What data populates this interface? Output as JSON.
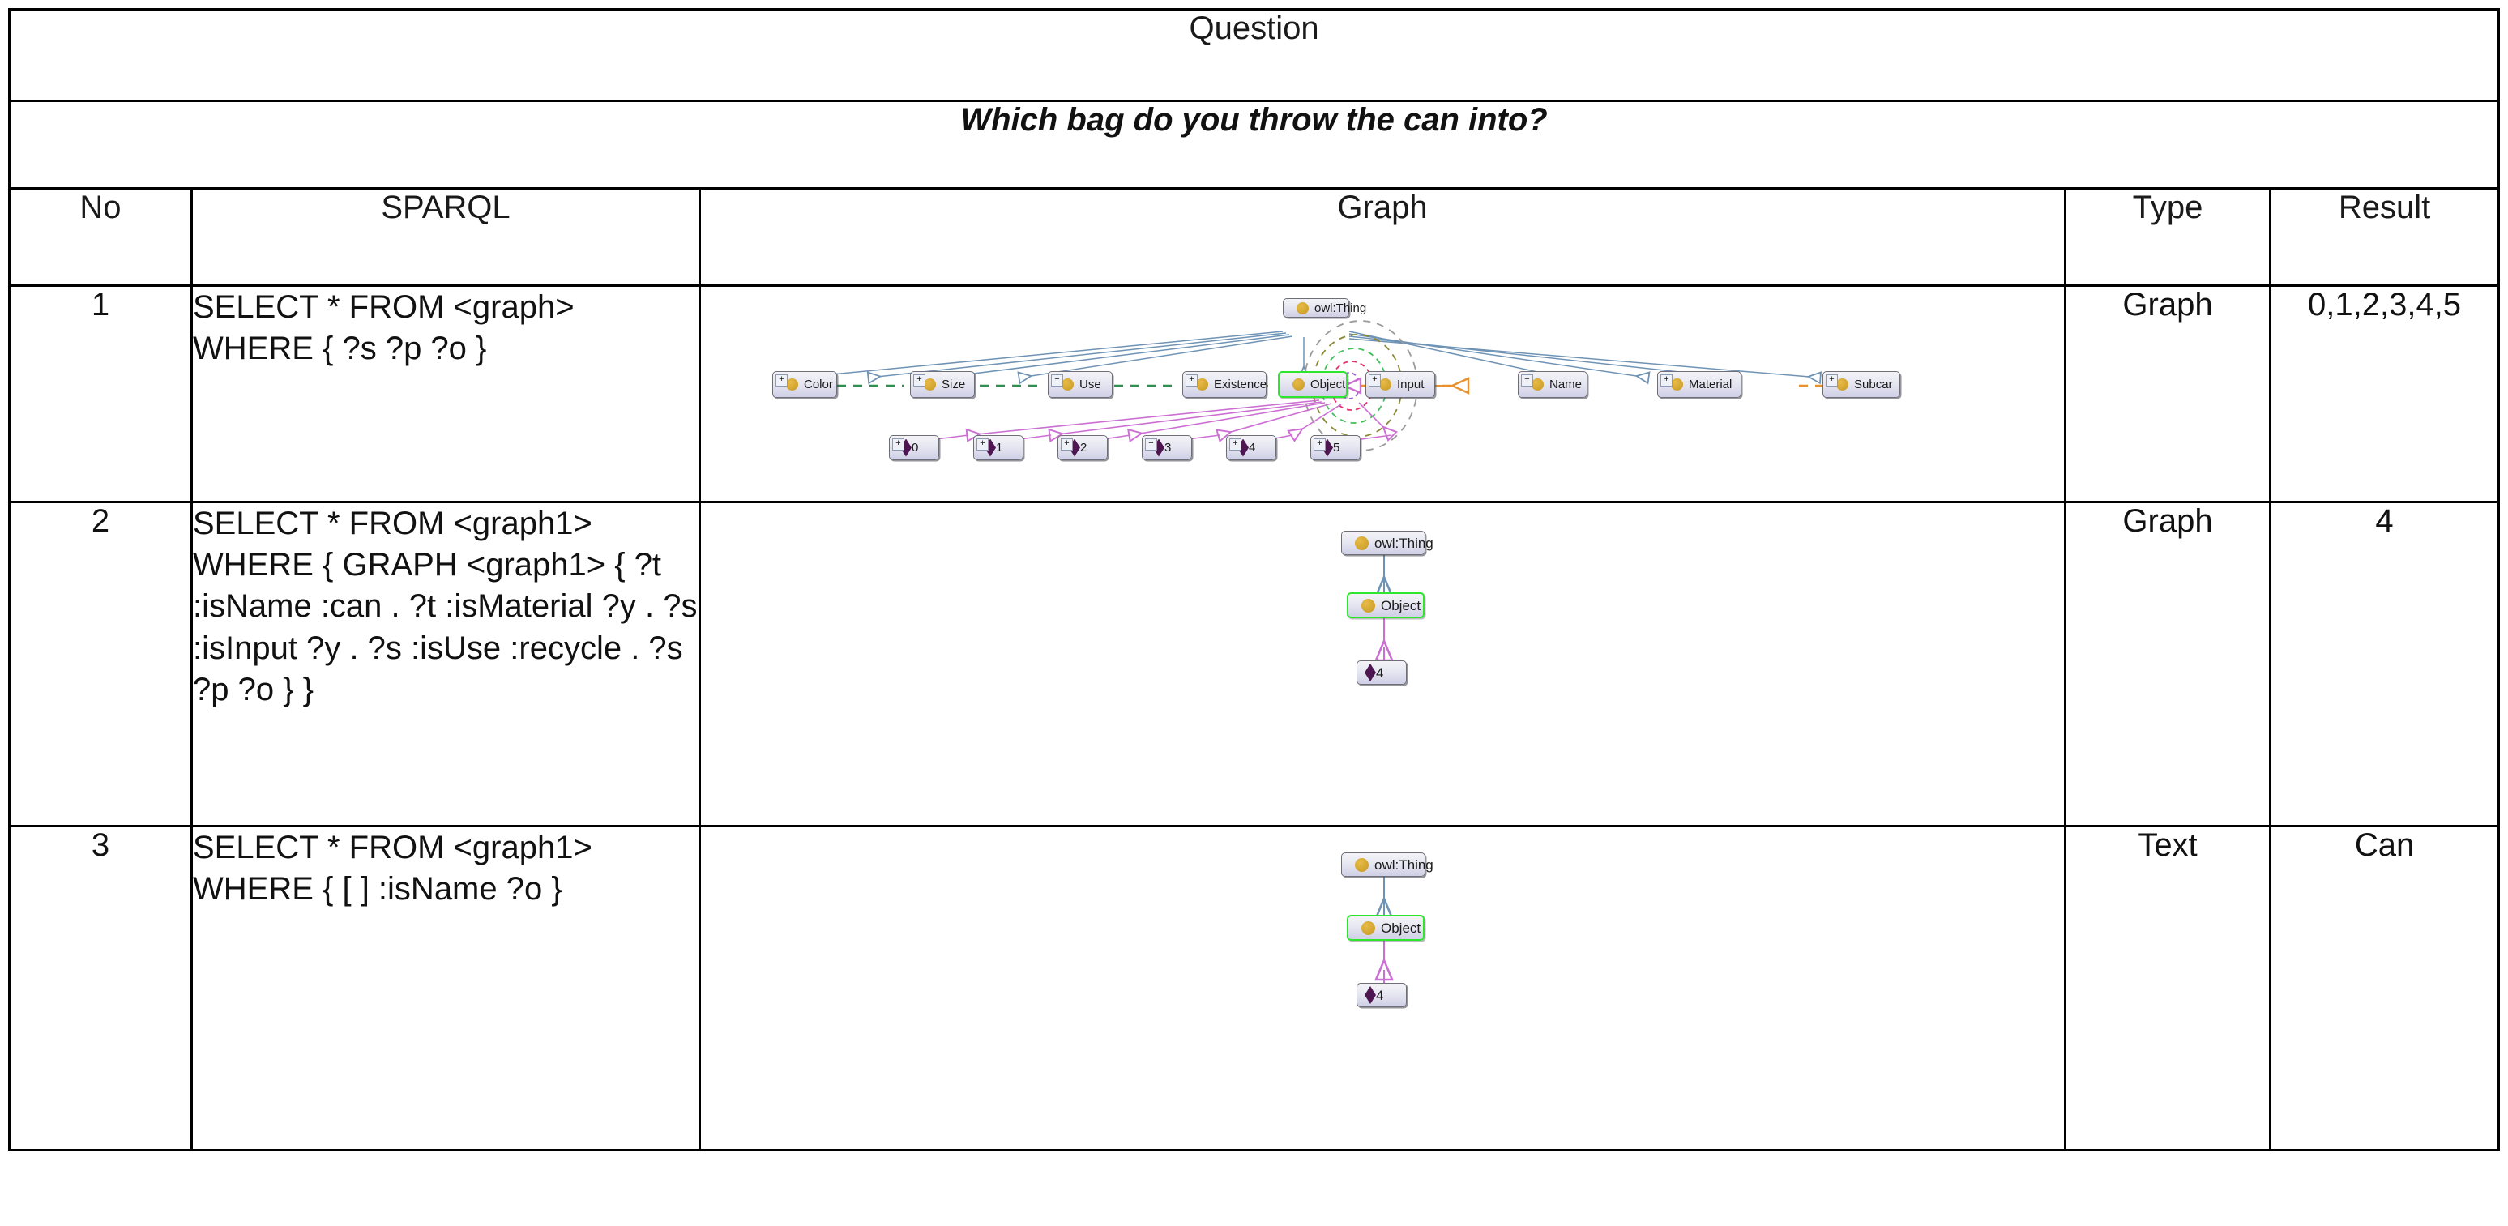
{
  "table": {
    "header_question_label": "Question",
    "question_text": "Which bag do you throw the can into?",
    "columns": {
      "no": "No",
      "sparql": "SPARQL",
      "graph": "Graph",
      "type": "Type",
      "result": "Result"
    },
    "rows": [
      {
        "no": "1",
        "sparql": "SELECT * FROM <graph> WHERE { ?s ?p ?o }",
        "type": "Graph",
        "result": "0,1,2,3,4,5"
      },
      {
        "no": "2",
        "sparql": "SELECT * FROM <graph1> WHERE { GRAPH <graph1> { ?t :isName :can . ?t :isMaterial ?y . ?s :isInput ?y . ?s :isUse :recycle . ?s ?p ?o } }",
        "type": "Graph",
        "result": "4"
      },
      {
        "no": "3",
        "sparql": "SELECT * FROM <graph1> WHERE { [ ] :isName ?o }",
        "type": "Text",
        "result": "Can"
      }
    ]
  },
  "diagram_row1": {
    "class_nodes": [
      {
        "id": "owlthing",
        "label": "owl:Thing",
        "icon": "class-circle-icon",
        "expandable": false,
        "selected": false
      },
      {
        "id": "color",
        "label": "Color",
        "icon": "class-circle-icon",
        "expandable": true,
        "selected": false
      },
      {
        "id": "size",
        "label": "Size",
        "icon": "class-circle-icon",
        "expandable": true,
        "selected": false
      },
      {
        "id": "use",
        "label": "Use",
        "icon": "class-circle-icon",
        "expandable": true,
        "selected": false
      },
      {
        "id": "existence",
        "label": "Existence",
        "icon": "class-circle-icon",
        "expandable": true,
        "selected": false
      },
      {
        "id": "object",
        "label": "Object",
        "icon": "class-circle-icon",
        "expandable": false,
        "selected": true
      },
      {
        "id": "input",
        "label": "Input",
        "icon": "class-circle-icon",
        "expandable": true,
        "selected": false
      },
      {
        "id": "name",
        "label": "Name",
        "icon": "class-circle-icon",
        "expandable": true,
        "selected": false
      },
      {
        "id": "material",
        "label": "Material",
        "icon": "class-circle-icon",
        "expandable": true,
        "selected": false
      },
      {
        "id": "subcar",
        "label": "Subcar",
        "icon": "class-circle-icon",
        "expandable": true,
        "selected": false
      }
    ],
    "instance_nodes": [
      {
        "id": "i0",
        "label": "0",
        "icon": "instance-diamond-icon",
        "expandable": true
      },
      {
        "id": "i1",
        "label": "1",
        "icon": "instance-diamond-icon",
        "expandable": true
      },
      {
        "id": "i2",
        "label": "2",
        "icon": "instance-diamond-icon",
        "expandable": true
      },
      {
        "id": "i3",
        "label": "3",
        "icon": "instance-diamond-icon",
        "expandable": true
      },
      {
        "id": "i4",
        "label": "4",
        "icon": "instance-diamond-icon",
        "expandable": true
      },
      {
        "id": "i5",
        "label": "5",
        "icon": "instance-diamond-icon",
        "expandable": true
      }
    ],
    "colors": {
      "subclass_edge": "#6f93b5",
      "instance_edge": "#cc6fd2",
      "property_edge_orange": "#e8912e",
      "property_edge_green": "#2f8f4e",
      "node_border": "#6e6e78",
      "selected_border": "#2ee62e",
      "class_icon": "#cfa02c",
      "instance_icon": "#4d1650"
    }
  },
  "diagram_row2": {
    "nodes": [
      {
        "id": "owlthing",
        "label": "owl:Thing",
        "icon": "class-circle-icon",
        "selected": false
      },
      {
        "id": "object",
        "label": "Object",
        "icon": "class-circle-icon",
        "selected": true
      },
      {
        "id": "i4",
        "label": "4",
        "icon": "instance-diamond-icon",
        "selected": false
      }
    ]
  },
  "diagram_row3": {
    "nodes": [
      {
        "id": "owlthing",
        "label": "owl:Thing",
        "icon": "class-circle-icon",
        "selected": false
      },
      {
        "id": "object",
        "label": "Object",
        "icon": "class-circle-icon",
        "selected": true
      },
      {
        "id": "i4",
        "label": "4",
        "icon": "instance-diamond-icon",
        "selected": false
      }
    ]
  }
}
